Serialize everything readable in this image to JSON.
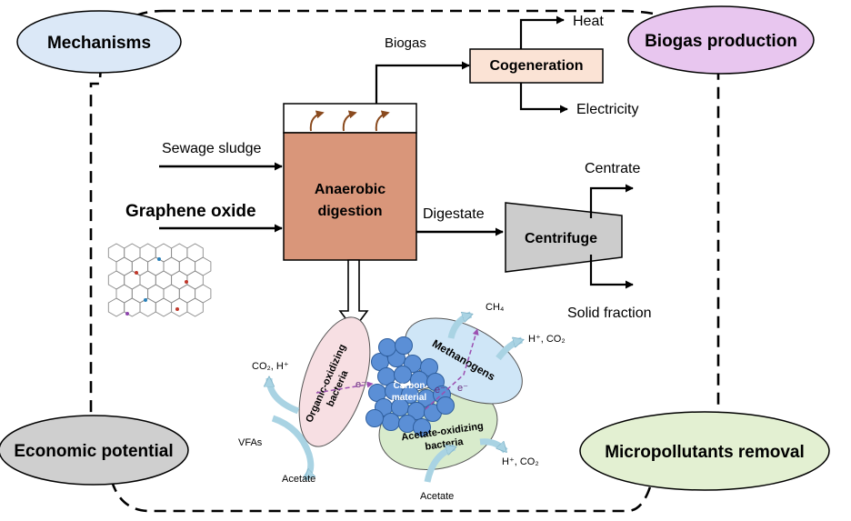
{
  "corners": {
    "mechanisms": "Mechanisms",
    "biogas_production": "Biogas production",
    "economic_potential": "Economic potential",
    "micropollutants_removal": "Micropollutants removal"
  },
  "process": {
    "digester_line1": "Anaerobic",
    "digester_line2": "digestion",
    "cogeneration": "Cogeneration",
    "centrifuge": "Centrifuge",
    "biogas": "Biogas",
    "heat": "Heat",
    "electricity": "Electricity",
    "digestate": "Digestate",
    "centrate": "Centrate",
    "solid_fraction": "Solid fraction",
    "sewage_sludge": "Sewage sludge",
    "graphene_oxide": "Graphene oxide"
  },
  "mechanism": {
    "organic_bacteria_line1": "Organic-oxidizing",
    "organic_bacteria_line2": "bacteria",
    "methanogens": "Methanogens",
    "acetate_bacteria_line1": "Acetate-oxidizing",
    "acetate_bacteria_line2": "bacteria",
    "carbon_line1": "Carbon",
    "carbon_line2": "material",
    "co2_h_left": "CO₂, H⁺",
    "vfas": "VFAs",
    "acetate_left": "Acetate",
    "ch4": "CH₄",
    "h_co2_right": "H⁺, CO₂",
    "h_co2_bottom": "H⁺, CO₂",
    "acetate_bottom": "Acetate",
    "electron": "e⁻"
  },
  "colors": {
    "mechanisms_fill": "#dbe8f7",
    "biogas_fill": "#e8c6ef",
    "economic_fill": "#cfcfcf",
    "micropollutants_fill": "#e3f0d2",
    "digester_fill": "#d9967a",
    "cogeneration_fill": "#fbe3d5",
    "centrifuge_fill": "#cccccc",
    "organic_fill": "#f7dfe3",
    "methanogen_fill": "#cfe6f7",
    "acetate_fill": "#d8ebcc",
    "carbon_fill": "#5b8fd6",
    "curve_arrow": "#a9d3e3",
    "electron_path": "#9c4fb0"
  }
}
